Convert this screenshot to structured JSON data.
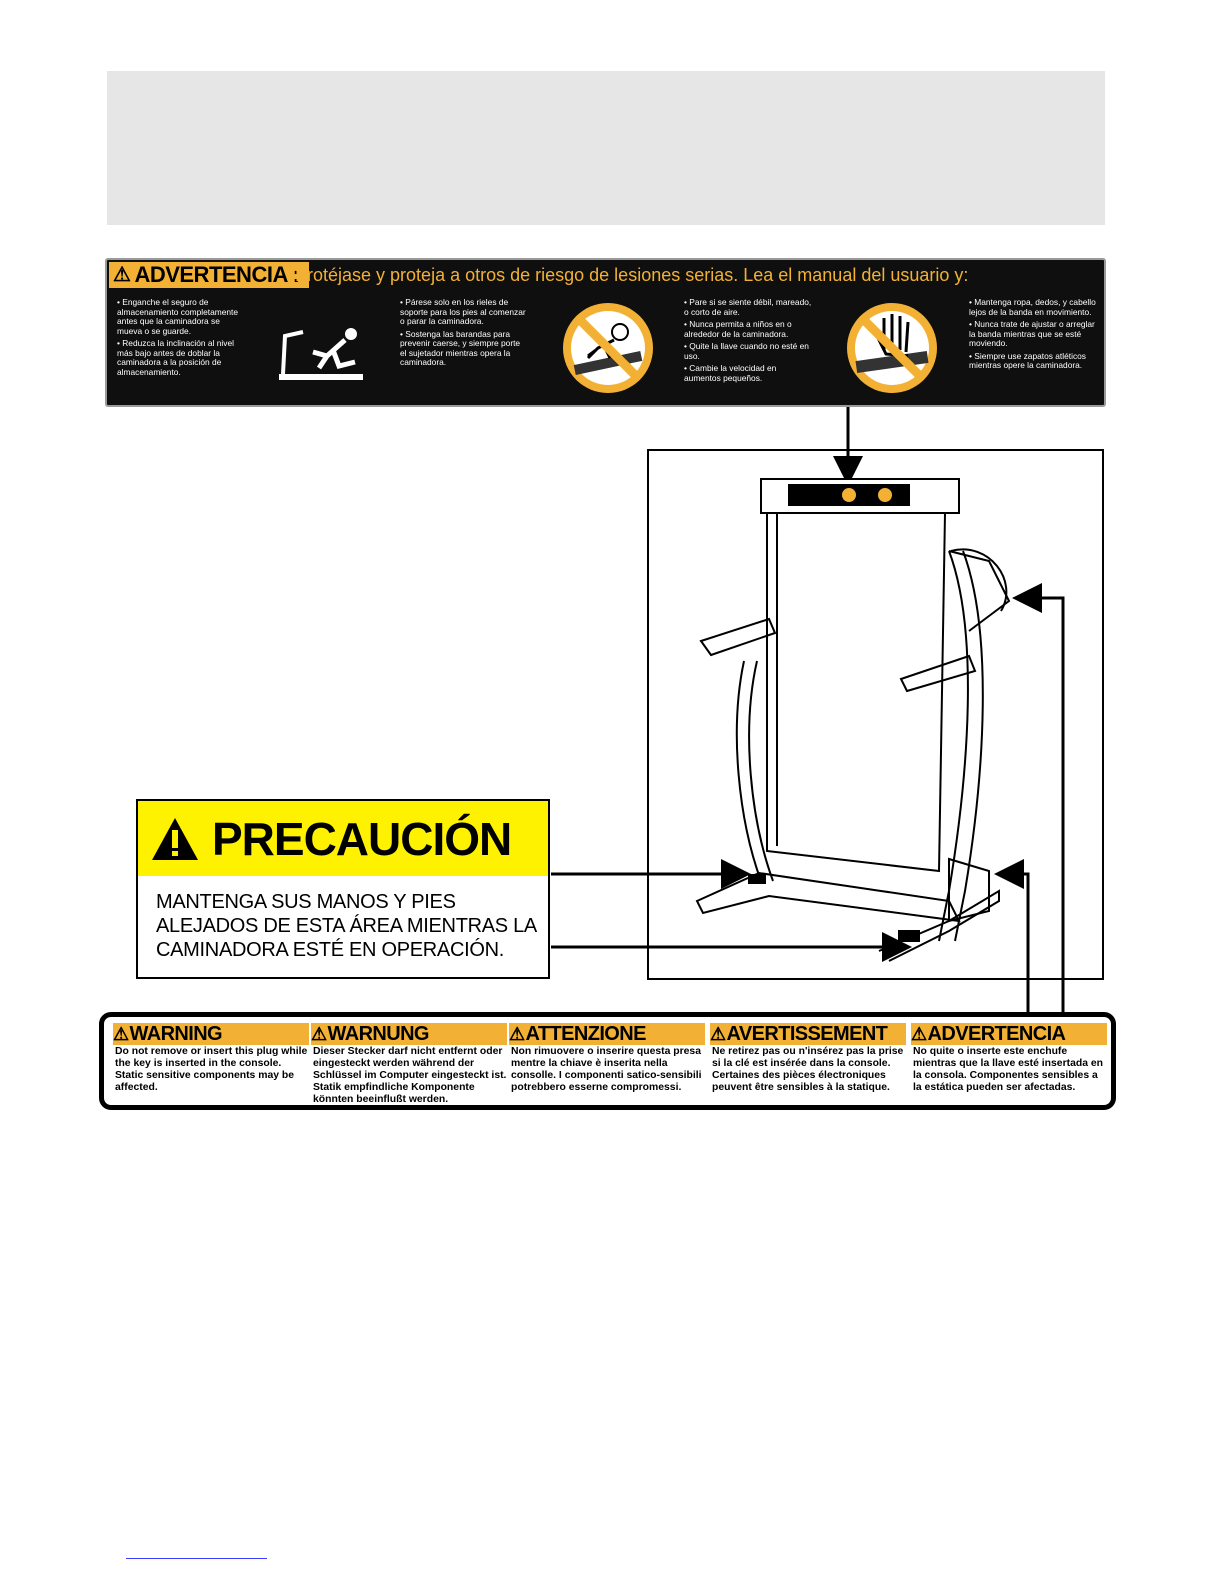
{
  "top_decal": {
    "tag": "ADVERTENCIA :",
    "headline": "Protéjase y proteja a otros de riesgo de lesiones serias. Lea el manual del usuario y:",
    "col1": [
      "• Enganche el seguro de almacenamiento completamente antes que la caminadora se mueva o se guarde.",
      "• Reduzca la inclinación al nivel más bajo antes de doblar la caminadora a la posición de almacenamiento."
    ],
    "col2": [
      "• Párese solo en los rieles de soporte para los pies al comenzar o parar la caminadora.",
      "• Sostenga las barandas para prevenir caerse, y siempre porte el sujetador mientras opera la caminadora."
    ],
    "col3": [
      "• Pare si se siente débil, mareado, o corto de aire.",
      "• Nunca permita a niños en o alrededor de la caminadora.",
      "• Quite la llave cuando no esté en uso.",
      "• Cambie la velocidad en aumentos pequeños."
    ],
    "col4": [
      "• Mantenga ropa, dedos, y cabello lejos de la banda en movimiento.",
      "• Nunca trate de ajustar o arreglar la banda mientras que se esté moviendo.",
      "• Siempre use zapatos atléticos mientras opere la caminadora."
    ]
  },
  "precaucion": {
    "title": "PRECAUCIÓN",
    "line1": "MANTENGA SUS MANOS Y PIES",
    "line2": "ALEJADOS DE ESTA ÁREA MIENTRAS LA",
    "line3": "CAMINADORA ESTÉ EN OPERACIÓN."
  },
  "bottom_decal": {
    "languages": [
      {
        "title": "WARNING",
        "text": "Do not remove or insert this plug while the key is inserted in the console. Static sensitive components may be affected."
      },
      {
        "title": "WARNUNG",
        "text": "Dieser Stecker darf nicht entfernt oder eingesteckt werden während der Schlüssel im Computer eingesteckt ist. Statik empfindliche Komponente könnten beeinflußt werden."
      },
      {
        "title": "ATTENZIONE",
        "text": "Non rimuovere o inserire questa presa mentre la chiave è inserita nella consolle. I componenti satico-sensibili potrebbero esserne compromessi."
      },
      {
        "title": "AVERTISSEMENT",
        "text": "Ne retirez pas ou n'insérez pas la prise si la clé est insérée dans la console. Certaines des pièces électroniques peuvent être sensibles à la statique."
      },
      {
        "title": "ADVERTENCIA",
        "text": "No quite o inserte este enchufe mientras que la llave esté insertada en la consola. Componentes sensibles a la estática pueden ser afectadas."
      }
    ]
  },
  "colors": {
    "warning_orange": "#f2b134",
    "caution_yellow": "#fff200",
    "decal_black": "#0f0f0f"
  }
}
